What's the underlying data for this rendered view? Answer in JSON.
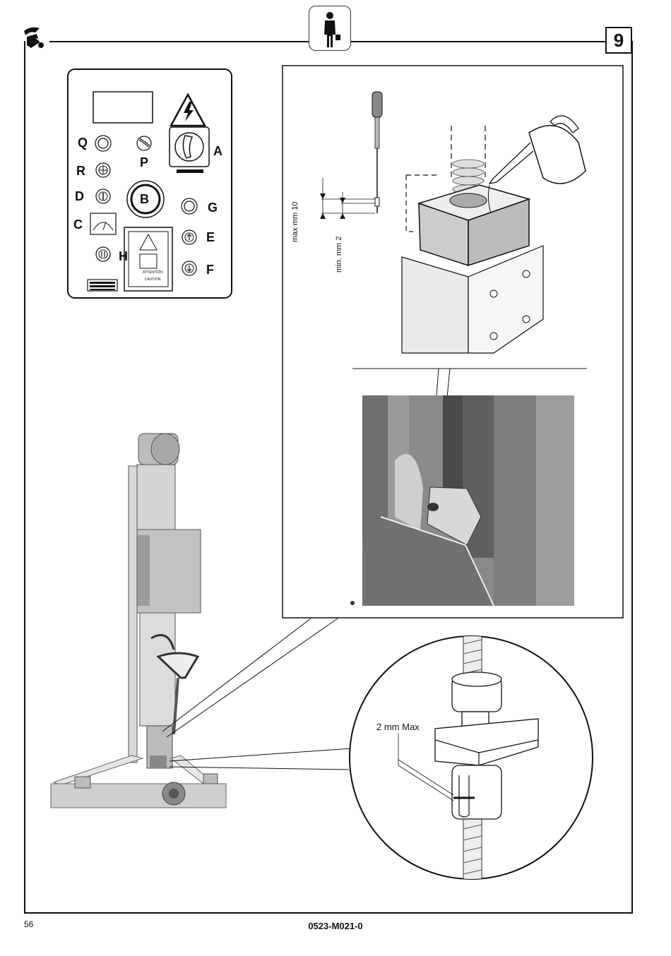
{
  "header": {
    "page_label": "9",
    "logo_icon": "manufacturer-logo-icon",
    "person_icon": "operator-person-icon"
  },
  "panel": {
    "labels": {
      "q": "Q",
      "p": "P",
      "a": "A",
      "r": "R",
      "d": "D",
      "b": "B",
      "g": "G",
      "c": "C",
      "e": "E",
      "h": "H",
      "f": "F"
    },
    "caution_text_1": "ATTENTION",
    "caution_text_2": "CAUTION"
  },
  "detail_top": {
    "max_label": "max mm 10",
    "min_label": "min. mm 2"
  },
  "detail_circle": {
    "max_label": "2 mm Max"
  },
  "footer": {
    "page_number": "56",
    "doc_code": "0523-M021-0"
  }
}
